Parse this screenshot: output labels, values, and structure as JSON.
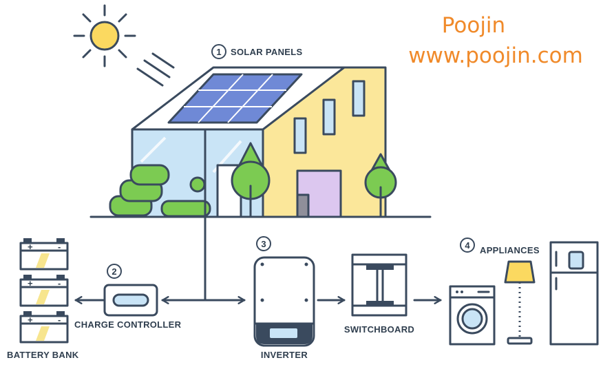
{
  "brand": {
    "name": "Poojin",
    "url": "www.poojin.com",
    "color": "#f08a2a"
  },
  "components": [
    {
      "key": "solar",
      "number": "1",
      "label": "SOLAR PANELS"
    },
    {
      "key": "controller",
      "number": "2",
      "label": "CHARGE CONTROLLER"
    },
    {
      "key": "inverter",
      "number": "3",
      "label": "INVERTER"
    },
    {
      "key": "appliances",
      "number": "4",
      "label": "APPLIANCES"
    }
  ],
  "other_labels": {
    "battery": "BATTERY BANK",
    "switchboard": "SWITCHBOARD"
  },
  "battery_terminals": {
    "plus": "+",
    "minus": "-"
  },
  "colors": {
    "outline": "#3a4a5e",
    "house_yellow": "#fbe79a",
    "glass_blue": "#c9e4f6",
    "panel_blue": "#6f89d6",
    "tree_green": "#7ccb52",
    "door_purple": "#dcc7ef",
    "sun": "#fbd960",
    "battery_yellow": "#f7e58e"
  },
  "icons": [
    "sun-icon",
    "solar-panel-icon",
    "house-icon",
    "battery-icon",
    "charge-controller-icon",
    "inverter-icon",
    "switchboard-icon",
    "washing-machine-icon",
    "lamp-icon",
    "fridge-icon",
    "arrow-icon"
  ]
}
